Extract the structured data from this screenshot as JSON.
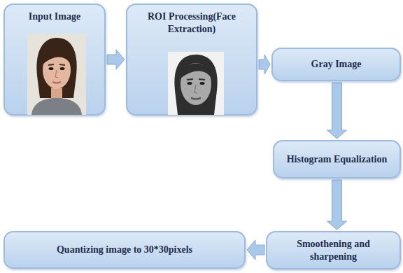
{
  "diagram": {
    "nodes": [
      {
        "text": [
          "Input Image"
        ]
      },
      {
        "text": [
          "ROI Processing(Face Extraction)"
        ]
      },
      {
        "text": [
          "Gray Image"
        ]
      },
      {
        "text": [
          "Histogram Equalization"
        ]
      },
      {
        "text": [
          "Smoothening and sharpening"
        ]
      },
      {
        "text": [
          "Quantizing image to 30*30pixels"
        ]
      }
    ],
    "edges": [
      {
        "from": 0,
        "to": 1,
        "arrow": "to"
      },
      {
        "from": 1,
        "to": 2,
        "arrow": "to"
      },
      {
        "from": 2,
        "to": 3,
        "arrow": "to"
      },
      {
        "from": 3,
        "to": 4,
        "arrow": "to"
      },
      {
        "from": 4,
        "to": 5,
        "arrow": "to"
      }
    ]
  }
}
